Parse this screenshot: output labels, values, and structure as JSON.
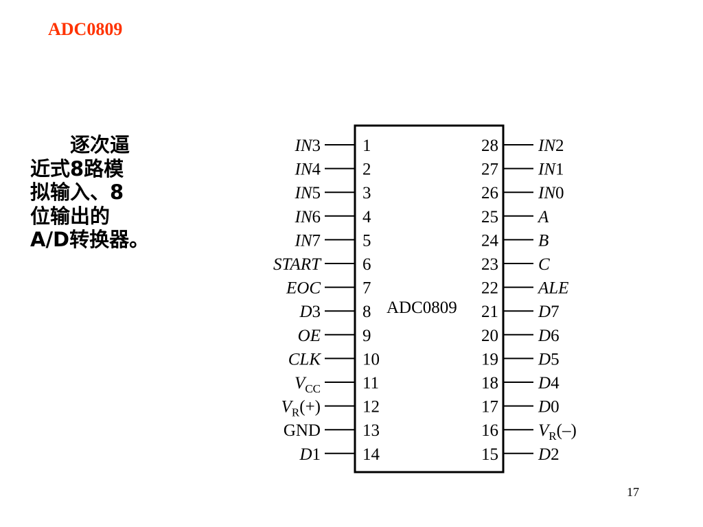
{
  "slide": {
    "title": "ADC0809",
    "description_lines": [
      "逐次逼",
      "近式8路模",
      "拟输入、8",
      "位输出的",
      "A/D转换器。"
    ],
    "page_number": "17"
  },
  "chip": {
    "name": "ADC0809",
    "left_pins": [
      {
        "num": "1",
        "parts": [
          {
            "t": "IN",
            "i": true
          },
          {
            "t": "3"
          }
        ]
      },
      {
        "num": "2",
        "parts": [
          {
            "t": "IN",
            "i": true
          },
          {
            "t": "4"
          }
        ]
      },
      {
        "num": "3",
        "parts": [
          {
            "t": "IN",
            "i": true
          },
          {
            "t": "5"
          }
        ]
      },
      {
        "num": "4",
        "parts": [
          {
            "t": "IN",
            "i": true
          },
          {
            "t": "6"
          }
        ]
      },
      {
        "num": "5",
        "parts": [
          {
            "t": "IN",
            "i": true
          },
          {
            "t": "7"
          }
        ]
      },
      {
        "num": "6",
        "parts": [
          {
            "t": "START",
            "i": true
          }
        ]
      },
      {
        "num": "7",
        "parts": [
          {
            "t": "EOC",
            "i": true
          }
        ]
      },
      {
        "num": "8",
        "parts": [
          {
            "t": "D",
            "i": true
          },
          {
            "t": "3"
          }
        ]
      },
      {
        "num": "9",
        "parts": [
          {
            "t": "OE",
            "i": true
          }
        ]
      },
      {
        "num": "10",
        "parts": [
          {
            "t": "CLK",
            "i": true
          }
        ]
      },
      {
        "num": "11",
        "parts": [
          {
            "t": "V",
            "i": true
          },
          {
            "t": "CC",
            "sub": true
          }
        ]
      },
      {
        "num": "12",
        "parts": [
          {
            "t": "V",
            "i": true
          },
          {
            "t": "R",
            "sub": true
          },
          {
            "t": "(+)"
          }
        ]
      },
      {
        "num": "13",
        "parts": [
          {
            "t": "GND"
          }
        ]
      },
      {
        "num": "14",
        "parts": [
          {
            "t": "D",
            "i": true
          },
          {
            "t": "1"
          }
        ]
      }
    ],
    "right_pins": [
      {
        "num": "28",
        "parts": [
          {
            "t": "IN",
            "i": true
          },
          {
            "t": "2"
          }
        ]
      },
      {
        "num": "27",
        "parts": [
          {
            "t": "IN",
            "i": true
          },
          {
            "t": "1"
          }
        ]
      },
      {
        "num": "26",
        "parts": [
          {
            "t": "IN",
            "i": true
          },
          {
            "t": "0"
          }
        ]
      },
      {
        "num": "25",
        "parts": [
          {
            "t": "A",
            "i": true
          }
        ]
      },
      {
        "num": "24",
        "parts": [
          {
            "t": "B",
            "i": true
          }
        ]
      },
      {
        "num": "23",
        "parts": [
          {
            "t": "C",
            "i": true
          }
        ]
      },
      {
        "num": "22",
        "parts": [
          {
            "t": "ALE",
            "i": true
          }
        ]
      },
      {
        "num": "21",
        "parts": [
          {
            "t": "D",
            "i": true
          },
          {
            "t": "7"
          }
        ]
      },
      {
        "num": "20",
        "parts": [
          {
            "t": "D",
            "i": true
          },
          {
            "t": "6"
          }
        ]
      },
      {
        "num": "19",
        "parts": [
          {
            "t": "D",
            "i": true
          },
          {
            "t": "5"
          }
        ]
      },
      {
        "num": "18",
        "parts": [
          {
            "t": "D",
            "i": true
          },
          {
            "t": "4"
          }
        ]
      },
      {
        "num": "17",
        "parts": [
          {
            "t": "D",
            "i": true
          },
          {
            "t": "0"
          }
        ]
      },
      {
        "num": "16",
        "parts": [
          {
            "t": "V",
            "i": true
          },
          {
            "t": "R",
            "sub": true
          },
          {
            "t": "(–)"
          }
        ]
      },
      {
        "num": "15",
        "parts": [
          {
            "t": "D",
            "i": true
          },
          {
            "t": "2"
          }
        ]
      }
    ]
  },
  "colors": {
    "title": "#ff3300",
    "text": "#000000",
    "background": "#ffffff"
  }
}
